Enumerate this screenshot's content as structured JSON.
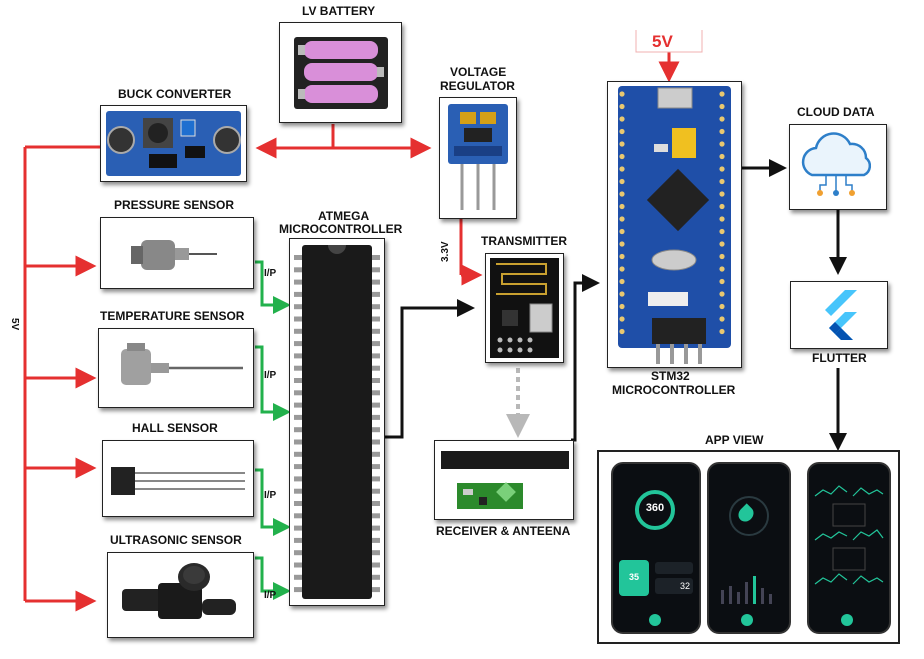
{
  "components": {
    "lv_battery": "LV BATTERY",
    "buck_converter": "BUCK CONVERTER",
    "voltage_regulator_line1": "VOLTAGE",
    "voltage_regulator_line2": "REGULATOR",
    "pressure_sensor": "PRESSURE SENSOR",
    "temperature_sensor": "TEMPERATURE SENSOR",
    "hall_sensor": "HALL SENSOR",
    "ultrasonic_sensor": "ULTRASONIC SENSOR",
    "atmega_line1": "ATMEGA",
    "atmega_line2": "MICROCONTROLLER",
    "transmitter": "TRANSMITTER",
    "receiver": "RECEIVER & ANTEENA",
    "stm32_line1": "STM32",
    "stm32_line2": "MICROCONTROLLER",
    "cloud_data": "CLOUD DATA",
    "flutter": "FLUTTER",
    "app_view": "APP VIEW"
  },
  "connection_labels": {
    "five_v_top": "5V",
    "five_v_side": "5V",
    "three_v": "3.3V",
    "ip_1": "I/P",
    "ip_2": "I/P",
    "ip_3": "I/P",
    "ip_4": "I/P"
  },
  "app_screens": {
    "gauge_value": "360",
    "battery_value": "35",
    "side_value": "32"
  },
  "colors": {
    "power_line": "#e53030",
    "signal_line": "#22b14c",
    "data_line": "#111111",
    "chip": "#1a1a1a",
    "stm32_board": "#1f4fa8",
    "battery_cell": "#d98fd9",
    "cloud": "#2e7fc9",
    "flutter_light": "#47c5fb",
    "flutter_dark": "#0553b1",
    "phone_accent": "#22c59a"
  }
}
